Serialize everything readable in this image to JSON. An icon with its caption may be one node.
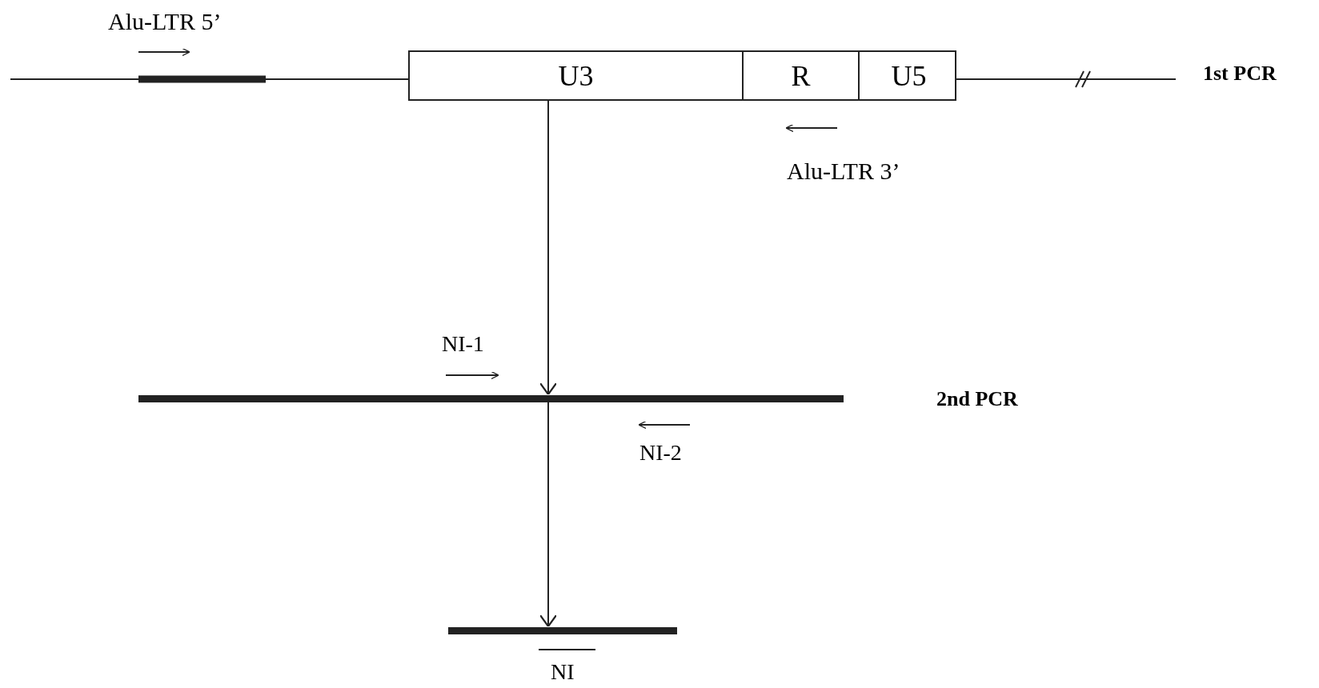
{
  "diagram": {
    "nodes": [
      {
        "text": [],
        "shape": "box"
      },
      {
        "text": [
          "U3"
        ],
        "in": 0
      },
      {
        "text": [
          "R"
        ],
        "in": 0
      },
      {
        "text": [
          "U5"
        ],
        "in": 0
      },
      {
        "text": [],
        "shape": "bar"
      },
      {
        "text": [],
        "shape": "bar"
      }
    ],
    "edges": [
      {
        "from": 0,
        "to": 4,
        "arrow": "to"
      },
      {
        "from": 4,
        "to": 5,
        "arrow": "to"
      }
    ],
    "labels": [
      "Alu-LTR 5’",
      "1st PCR",
      "Alu-LTR 3’",
      "NI-1",
      "2nd PCR",
      "NI-2",
      "NI"
    ]
  }
}
